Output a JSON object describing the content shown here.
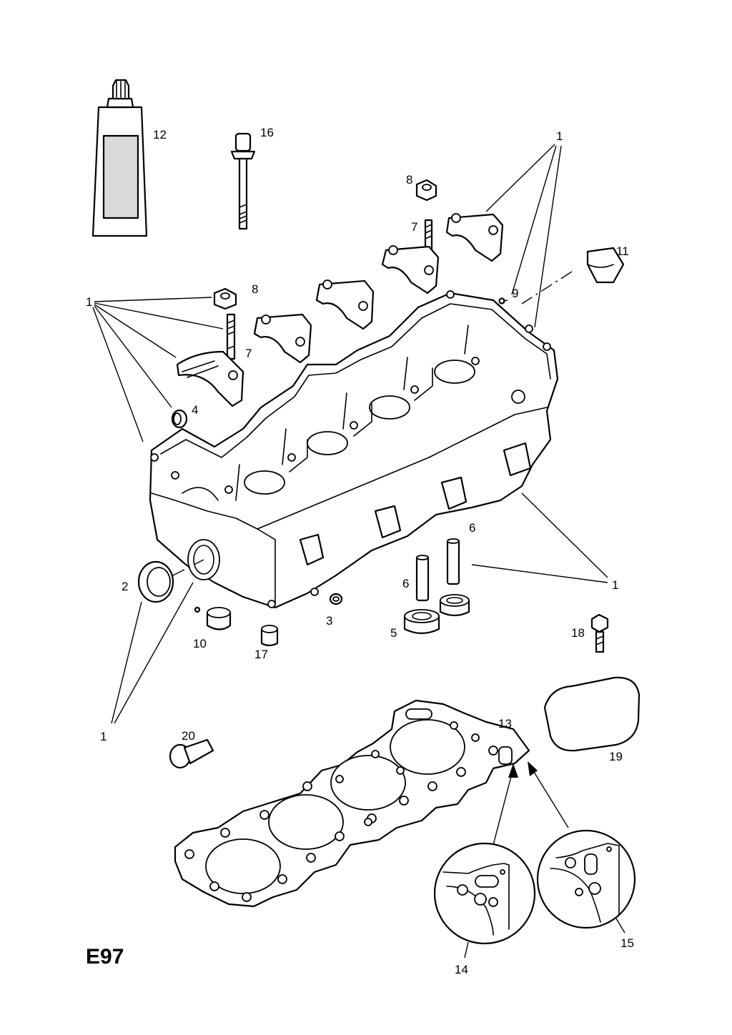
{
  "diagram_code": "E97",
  "callouts": {
    "c1": "1",
    "c2": "2",
    "c3": "3",
    "c4": "4",
    "c5": "5",
    "c6": "6",
    "c7": "7",
    "c8": "8",
    "c9": "9",
    "c10": "10",
    "c11": "11",
    "c12": "12",
    "c13": "13",
    "c14": "14",
    "c15": "15",
    "c16": "16",
    "c17": "17",
    "c18": "18",
    "c19": "19",
    "c20": "20"
  }
}
